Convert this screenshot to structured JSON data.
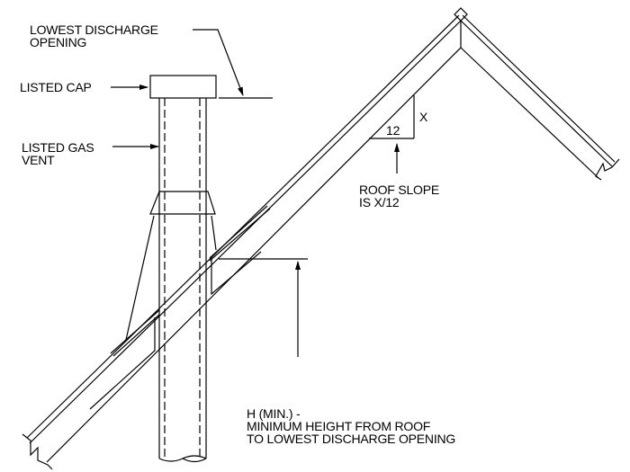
{
  "labels": {
    "lowest_discharge": [
      "LOWEST DISCHARGE",
      "OPENING"
    ],
    "listed_cap": "LISTED CAP",
    "listed_gas_vent": [
      "LISTED GAS",
      "VENT"
    ],
    "slope_rise": "X",
    "slope_run": "12",
    "roof_slope": [
      "ROOF SLOPE",
      "IS X/12"
    ],
    "height_min": [
      "H (MIN.) -",
      "MINIMUM HEIGHT FROM ROOF",
      "TO LOWEST DISCHARGE OPENING"
    ]
  },
  "colors": {
    "line": "#000000",
    "background": "#ffffff"
  }
}
